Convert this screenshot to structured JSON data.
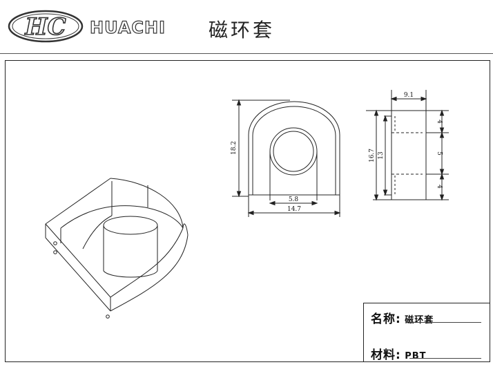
{
  "header": {
    "logo_mark": "HC",
    "brand": "HUACHI",
    "title": "磁环套"
  },
  "dimensions": {
    "front_height": "18.2",
    "front_inner_width": "5.8",
    "front_total_width": "14.7",
    "side_width": "9.1",
    "side_total_height": "16.7",
    "side_inner_height": "13",
    "side_top": "4",
    "side_mid": "5",
    "side_bottom": "4"
  },
  "title_block": {
    "name_label": "名称:",
    "name_value": "磁环套",
    "material_label": "材料:",
    "material_value": "PBT"
  }
}
